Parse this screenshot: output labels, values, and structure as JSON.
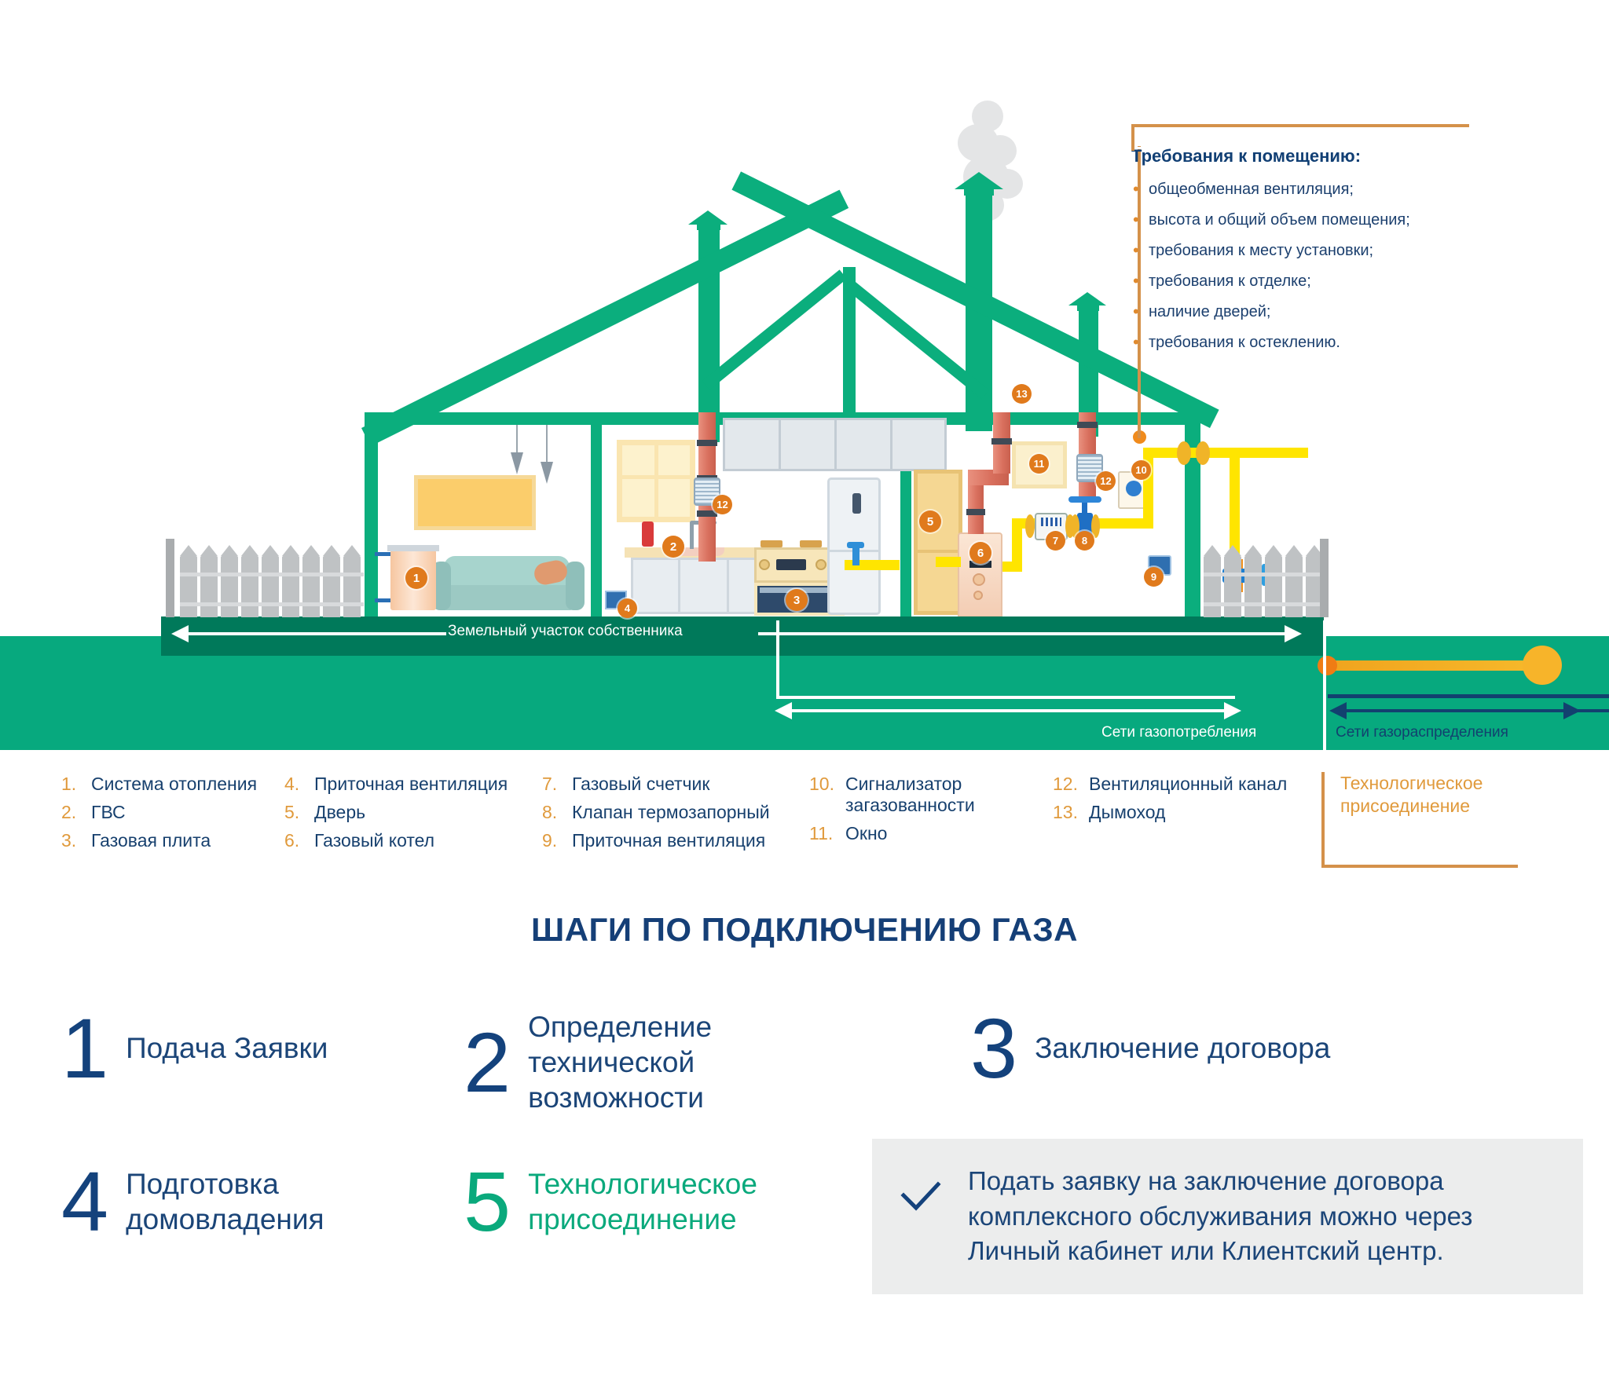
{
  "requirements": {
    "title": "Требования к помещению:",
    "items": [
      "общеобменная вентиляция;",
      "высота и общий объем помещения;",
      "требования к месту установки;",
      "требования к отделке;",
      "наличие дверей;",
      "требования к остеклению."
    ]
  },
  "scene_labels": {
    "plot": "Земельный участок собственника",
    "consumption": "Сети газопотребления",
    "distribution": "Сети газораспределения"
  },
  "markers": [
    {
      "n": "1",
      "name": "heating-radiator"
    },
    {
      "n": "2",
      "name": "hot-water-supply"
    },
    {
      "n": "3",
      "name": "gas-stove"
    },
    {
      "n": "4",
      "name": "supply-ventilation-kitchen"
    },
    {
      "n": "5",
      "name": "door"
    },
    {
      "n": "6",
      "name": "gas-boiler"
    },
    {
      "n": "7",
      "name": "gas-meter"
    },
    {
      "n": "8",
      "name": "thermal-shutoff-valve"
    },
    {
      "n": "9",
      "name": "supply-ventilation-boiler-room"
    },
    {
      "n": "10",
      "name": "gas-leak-detector"
    },
    {
      "n": "11",
      "name": "window"
    },
    {
      "n": "12",
      "name": "ventilation-duct"
    },
    {
      "n": "13",
      "name": "chimney"
    }
  ],
  "legend": {
    "columns": [
      [
        {
          "num": "1.",
          "text": "Система отопления"
        },
        {
          "num": "2.",
          "text": "ГВС"
        },
        {
          "num": "3.",
          "text": "Газовая плита"
        }
      ],
      [
        {
          "num": "4.",
          "text": "Приточная вентиляция"
        },
        {
          "num": "5.",
          "text": "Дверь"
        },
        {
          "num": "6.",
          "text": "Газовый котел"
        }
      ],
      [
        {
          "num": "7.",
          "text": "Газовый счетчик"
        },
        {
          "num": "8.",
          "text": "Клапан термозапорный"
        },
        {
          "num": "9.",
          "text": "Приточная вентиляция"
        }
      ],
      [
        {
          "num": "10.",
          "text": "Сигнализатор",
          "text2": "загазованности"
        },
        {
          "num": "11.",
          "text": "Окно"
        }
      ],
      [
        {
          "num": "12.",
          "text": "Вентиляционный канал"
        },
        {
          "num": "13.",
          "text": "Дымоход"
        }
      ]
    ],
    "tech_connection": "Технологическое присоединение"
  },
  "steps_section": {
    "title": "ШАГИ ПО ПОДКЛЮЧЕНИЮ ГАЗА",
    "steps": [
      {
        "num": "1",
        "label": "Подача Заявки"
      },
      {
        "num": "2",
        "label": "Определение технической возможности"
      },
      {
        "num": "3",
        "label": "Заключение договора"
      },
      {
        "num": "4",
        "label": "Подготовка домовладения"
      },
      {
        "num": "5",
        "label": "Технологическое присоединение"
      }
    ],
    "note": "Подать заявку на заключение договора комплексного обслуживания можно через Личный кабинет или Клиентский центр."
  },
  "colors": {
    "green": "#0bae7d",
    "ground_light": "#07a97e",
    "ground_dark": "#00795a",
    "navy": "#14427c",
    "orange": "#e07a1c",
    "orange_light": "#d4914a",
    "gas_yellow": "#ffe500",
    "accent_teal": "#0aa97c"
  }
}
